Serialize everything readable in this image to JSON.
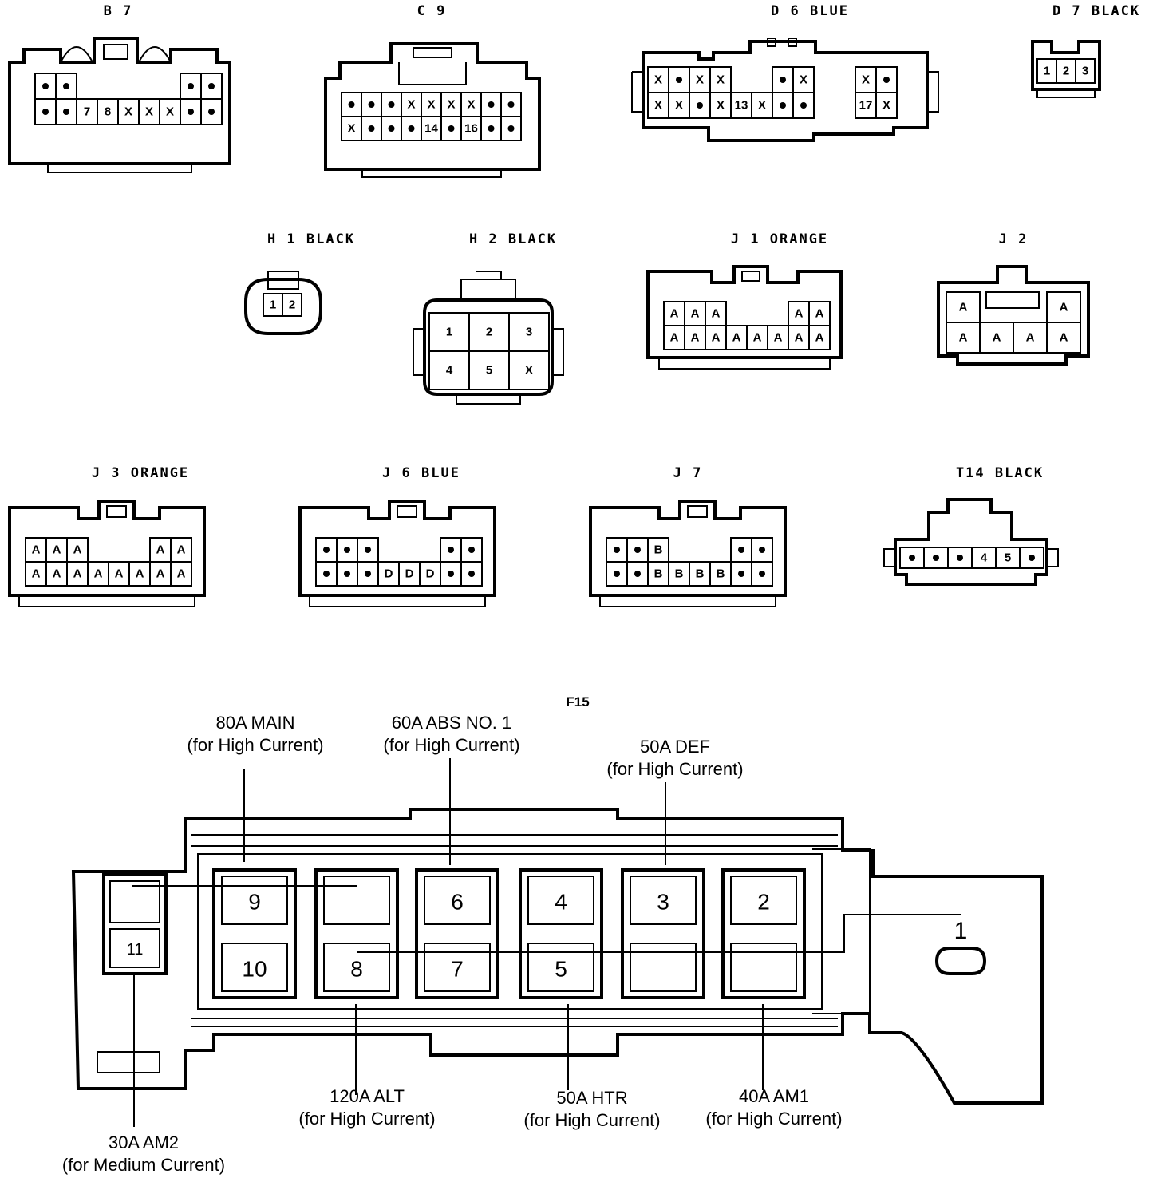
{
  "connectors": [
    {
      "id": "b7",
      "title": "B 7",
      "cols": 9,
      "rows": [
        [
          "●",
          "●",
          "",
          "",
          "",
          "",
          "",
          "●",
          "●"
        ],
        [
          "●",
          "●",
          "7",
          "8",
          "X",
          "X",
          "X",
          "●",
          "●"
        ]
      ],
      "blank": [
        [
          2,
          0
        ],
        [
          3,
          0
        ],
        [
          4,
          0
        ],
        [
          5,
          0
        ],
        [
          6,
          0
        ]
      ]
    },
    {
      "id": "c9",
      "title": "C 9",
      "cols": 9,
      "rows": [
        [
          "●",
          "●",
          "●",
          "X",
          "X",
          "X",
          "X",
          "●",
          "●"
        ],
        [
          "X",
          "●",
          "●",
          "●",
          "14",
          "●",
          "16",
          "●",
          "●"
        ]
      ]
    },
    {
      "id": "d6",
      "title": "D 6 BLUE",
      "cols": 12,
      "rows": [
        [
          "X",
          "●",
          "X",
          "X",
          "",
          "",
          "●",
          "X",
          "",
          "",
          "X",
          "●"
        ],
        [
          "X",
          "X",
          "●",
          "X",
          "13",
          "X",
          "●",
          "●",
          "",
          "",
          "17",
          "X"
        ]
      ]
    },
    {
      "id": "d7",
      "title": "D 7 BLACK",
      "cols": 3,
      "rows": [
        [
          "1",
          "2",
          "3"
        ]
      ]
    },
    {
      "id": "h1",
      "title": "H 1 BLACK",
      "cols": 2,
      "rows": [
        [
          "1",
          "2"
        ]
      ]
    },
    {
      "id": "h2",
      "title": "H 2 BLACK",
      "cols": 3,
      "rows": [
        [
          "1",
          "2",
          "3"
        ],
        [
          "4",
          "5",
          "X"
        ]
      ]
    },
    {
      "id": "j1",
      "title": "J 1 ORANGE",
      "cols": 8,
      "rows": [
        [
          "A",
          "A",
          "A",
          "",
          "",
          "",
          "A",
          "A"
        ],
        [
          "A",
          "A",
          "A",
          "A",
          "A",
          "A",
          "A",
          "A"
        ]
      ]
    },
    {
      "id": "j2",
      "title": "J 2",
      "cols": 4,
      "rows": [
        [
          "A",
          "",
          "",
          "A"
        ],
        [
          "A",
          "A",
          "A",
          "A"
        ]
      ]
    },
    {
      "id": "j3",
      "title": "J 3 ORANGE",
      "cols": 8,
      "rows": [
        [
          "A",
          "A",
          "A",
          "",
          "",
          "",
          "A",
          "A"
        ],
        [
          "A",
          "A",
          "A",
          "A",
          "A",
          "A",
          "A",
          "A"
        ]
      ]
    },
    {
      "id": "j6",
      "title": "J 6 BLUE",
      "cols": 8,
      "rows": [
        [
          "●",
          "●",
          "●",
          "",
          "",
          "",
          "●",
          "●"
        ],
        [
          "●",
          "●",
          "●",
          "D",
          "D",
          "D",
          "●",
          "●"
        ]
      ]
    },
    {
      "id": "j7",
      "title": "J 7",
      "cols": 8,
      "rows": [
        [
          "●",
          "●",
          "B",
          "",
          "",
          "",
          "●",
          "●"
        ],
        [
          "●",
          "●",
          "B",
          "B",
          "B",
          "B",
          "●",
          "●"
        ]
      ]
    },
    {
      "id": "t14",
      "title": "T14 BLACK",
      "cols": 6,
      "rows": [
        [
          "●",
          "●",
          "●",
          "4",
          "5",
          "●"
        ]
      ]
    }
  ],
  "fuse_block": {
    "title": "F15",
    "slots_top": [
      "9",
      "",
      "6",
      "4",
      "3",
      "2"
    ],
    "slots_bottom": [
      "10",
      "8",
      "7",
      "5",
      "",
      ""
    ],
    "left_top": "",
    "left_bottom": "11",
    "terminal": "1",
    "labels": {
      "main": [
        "80A MAIN",
        "(for High Current)"
      ],
      "abs": [
        "60A ABS NO. 1",
        "(for High Current)"
      ],
      "def": [
        "50A DEF",
        "(for High Current)"
      ],
      "alt": [
        "120A ALT",
        "(for High Current)"
      ],
      "htr": [
        "50A HTR",
        "(for High Current)"
      ],
      "am1": [
        "40A AM1",
        "(for High Current)"
      ],
      "am2": [
        "30A AM2",
        "(for Medium Current)"
      ]
    }
  }
}
